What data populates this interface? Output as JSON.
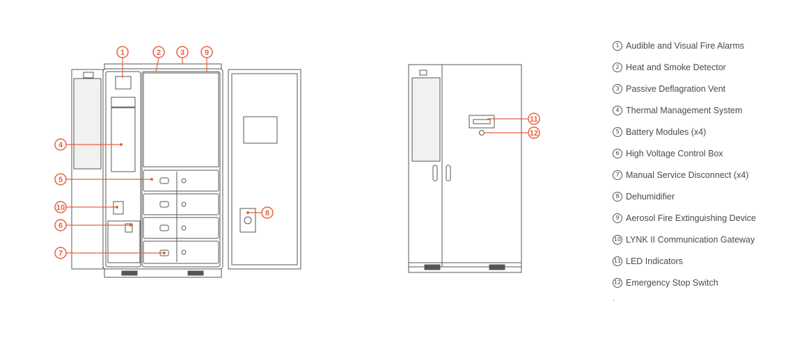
{
  "callouts": [
    "1",
    "2",
    "3",
    "4",
    "5",
    "6",
    "7",
    "8",
    "9",
    "10",
    "11",
    "12"
  ],
  "legend": [
    {
      "num": "1",
      "label": "Audible and Visual Fire Alarms"
    },
    {
      "num": "2",
      "label": "Heat and Smoke Detector"
    },
    {
      "num": "3",
      "label": "Passive Deflagration Vent"
    },
    {
      "num": "4",
      "label": "Thermal Management System"
    },
    {
      "num": "5",
      "label": "Battery Modules (x4)"
    },
    {
      "num": "6",
      "label": "High Voltage Control Box"
    },
    {
      "num": "7",
      "label": "Manual Service Disconnect (x4)"
    },
    {
      "num": "8",
      "label": "Dehumidifier"
    },
    {
      "num": "9",
      "label": "Aerosol Fire Extinguishing Device"
    },
    {
      "num": "10",
      "label": "LYNK II Communication Gateway"
    },
    {
      "num": "11",
      "label": "LED Indicators"
    },
    {
      "num": "12",
      "label": "Emergency Stop Switch"
    }
  ],
  "footnote": ".",
  "colors": {
    "accent": "#e8603c",
    "line": "#555555",
    "text": "#4a4a4a"
  }
}
